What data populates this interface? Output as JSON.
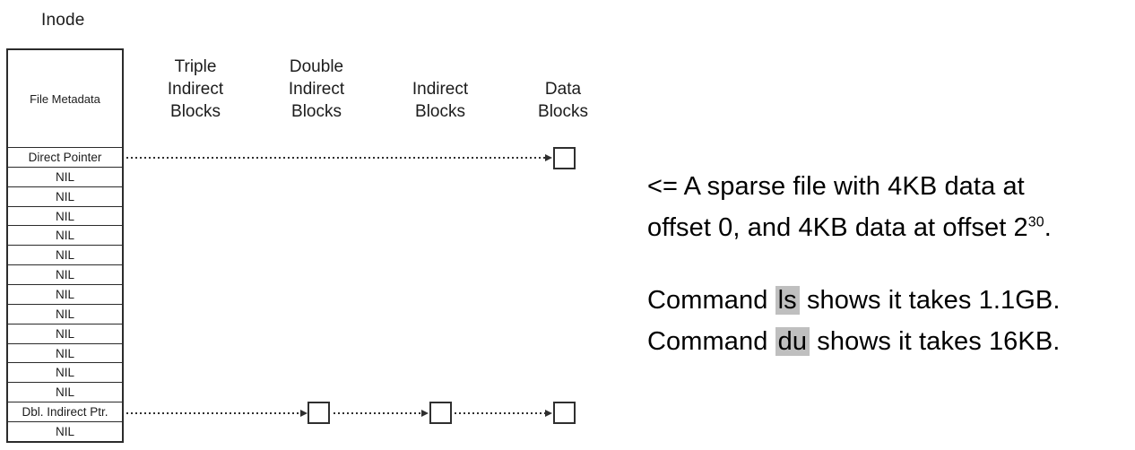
{
  "colors": {
    "background": "#ffffff",
    "diagram_line": "#2f2f2f",
    "text": "#1c1c1c",
    "annotation_text": "#000000",
    "command_highlight": "#bfbfbf"
  },
  "inode": {
    "title": "Inode",
    "metadata_label": "File Metadata",
    "rows": [
      "Direct Pointer",
      "NIL",
      "NIL",
      "NIL",
      "NIL",
      "NIL",
      "NIL",
      "NIL",
      "NIL",
      "NIL",
      "NIL",
      "NIL",
      "NIL",
      "Dbl. Indirect Ptr.",
      "NIL"
    ]
  },
  "columns": [
    {
      "label": "Triple\nIndirect\nBlocks"
    },
    {
      "label": "Double\nIndirect\nBlocks"
    },
    {
      "label": "Indirect\nBlocks"
    },
    {
      "label": "Data\nBlocks"
    }
  ],
  "annotation": {
    "line1": "<= A sparse file with 4KB data at",
    "line2_before_sup": "offset 0, and 4KB data at offset 2",
    "line2_sup": "30",
    "line2_after_sup": ".",
    "commands": [
      {
        "prefix": "Command ",
        "command": "ls",
        "suffix": " shows it takes 1.1GB."
      },
      {
        "prefix": "Command ",
        "command": "du",
        "suffix": " shows it takes 16KB."
      }
    ]
  }
}
